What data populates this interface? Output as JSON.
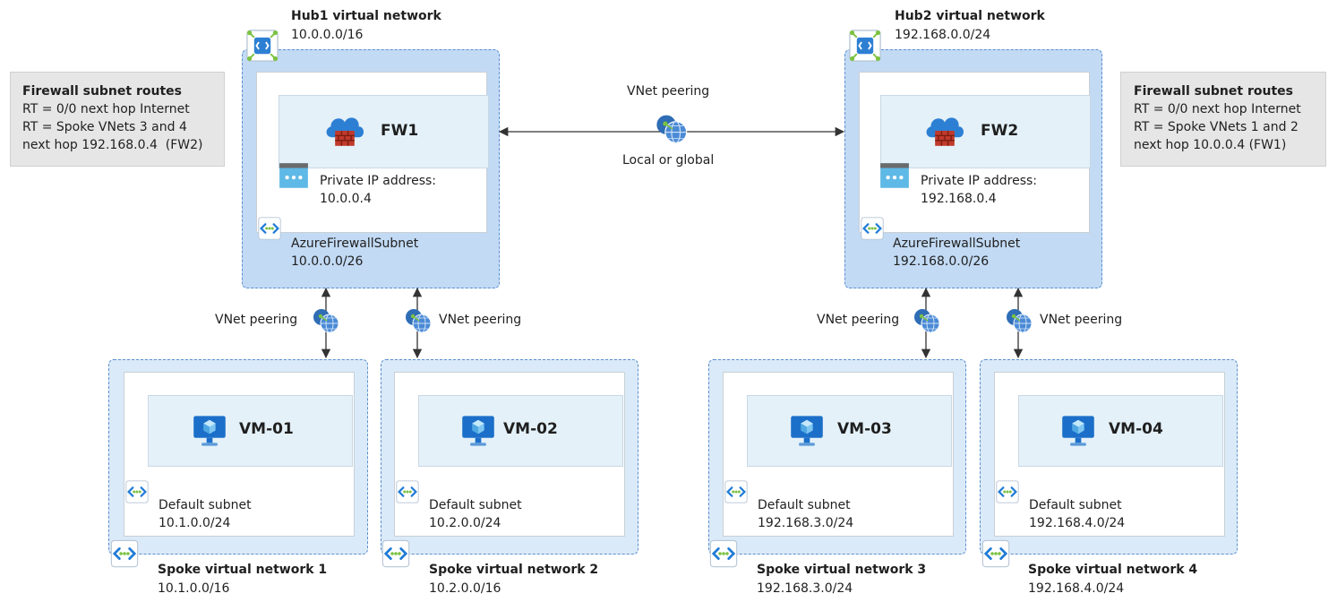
{
  "hubs": [
    {
      "title": "Hub1 virtual network",
      "cidr": "10.0.0.0/16",
      "firewall": {
        "name": "FW1",
        "ip_label": "Private IP address:",
        "ip": "10.0.0.4"
      },
      "subnet": {
        "name": "AzureFirewallSubnet",
        "cidr": "10.0.0.0/26"
      },
      "routes": {
        "title": "Firewall subnet routes",
        "lines": [
          "RT = 0/0 next hop Internet",
          "RT = Spoke VNets 3 and 4",
          "next hop 192.168.0.4  (FW2)"
        ]
      }
    },
    {
      "title": "Hub2 virtual network",
      "cidr": "192.168.0.0/24",
      "firewall": {
        "name": "FW2",
        "ip_label": "Private IP address:",
        "ip": "192.168.0.4"
      },
      "subnet": {
        "name": "AzureFirewallSubnet",
        "cidr": "192.168.0.0/26"
      },
      "routes": {
        "title": "Firewall subnet routes",
        "lines": [
          "RT = 0/0 next hop Internet",
          "RT = Spoke VNets 1 and 2",
          "next hop 10.0.0.4 (FW1)"
        ]
      }
    }
  ],
  "hub_peering": {
    "label_top": "VNet peering",
    "label_bottom": "Local or global"
  },
  "spokes": [
    {
      "vm": "VM-01",
      "subnet_name": "Default subnet",
      "subnet_cidr": "10.1.0.0/24",
      "title": "Spoke virtual network 1",
      "cidr": "10.1.0.0/16",
      "peering_label": "VNet peering"
    },
    {
      "vm": "VM-02",
      "subnet_name": "Default subnet",
      "subnet_cidr": "10.2.0.0/24",
      "title": "Spoke virtual network 2",
      "cidr": "10.2.0.0/16",
      "peering_label": "VNet peering"
    },
    {
      "vm": "VM-03",
      "subnet_name": "Default subnet",
      "subnet_cidr": "192.168.3.0/24",
      "title": "Spoke virtual network 3",
      "cidr": "192.168.3.0/24",
      "peering_label": "VNet peering"
    },
    {
      "vm": "VM-04",
      "subnet_name": "Default subnet",
      "subnet_cidr": "192.168.4.0/24",
      "title": "Spoke virtual network 4",
      "cidr": "192.168.4.0/24",
      "peering_label": "VNet peering"
    }
  ],
  "colors": {
    "hub_fill": "#c2daf4",
    "spoke_fill": "#daeaf8",
    "border": "#5b8fce",
    "firewall_red": "#c0392b",
    "vm_blue": "#1b6fc9"
  }
}
